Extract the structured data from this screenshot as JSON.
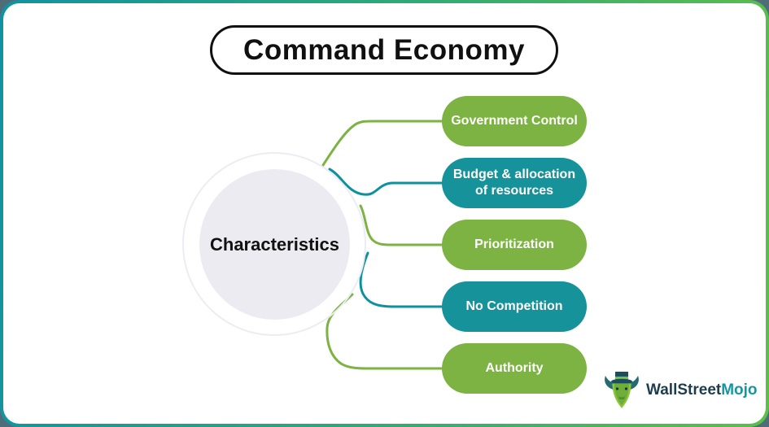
{
  "frame": {
    "border_gradient_start": "#0f93a2",
    "border_gradient_end": "#5cbf4a",
    "outer_background": "#4e6d79"
  },
  "title": "Command Economy",
  "center": {
    "label": "Characteristics"
  },
  "characteristics": [
    {
      "label": "Government Control",
      "color": "#7cb342",
      "line_color": "#7cb342"
    },
    {
      "label": "Budget & allocation of resources",
      "color": "#16929b",
      "line_color": "#0e909f"
    },
    {
      "label": "Prioritization",
      "color": "#7cb342",
      "line_color": "#7cb342"
    },
    {
      "label": "No Competition",
      "color": "#16929b",
      "line_color": "#0e909f"
    },
    {
      "label": "Authority",
      "color": "#7cb342",
      "line_color": "#7cb342"
    }
  ],
  "logo": {
    "brand_primary": "WallStreet",
    "brand_accent": "Mojo",
    "brand_primary_color": "#1d3d4d",
    "brand_accent_color": "#1397a3",
    "mascot": "bull-with-top-hat"
  }
}
